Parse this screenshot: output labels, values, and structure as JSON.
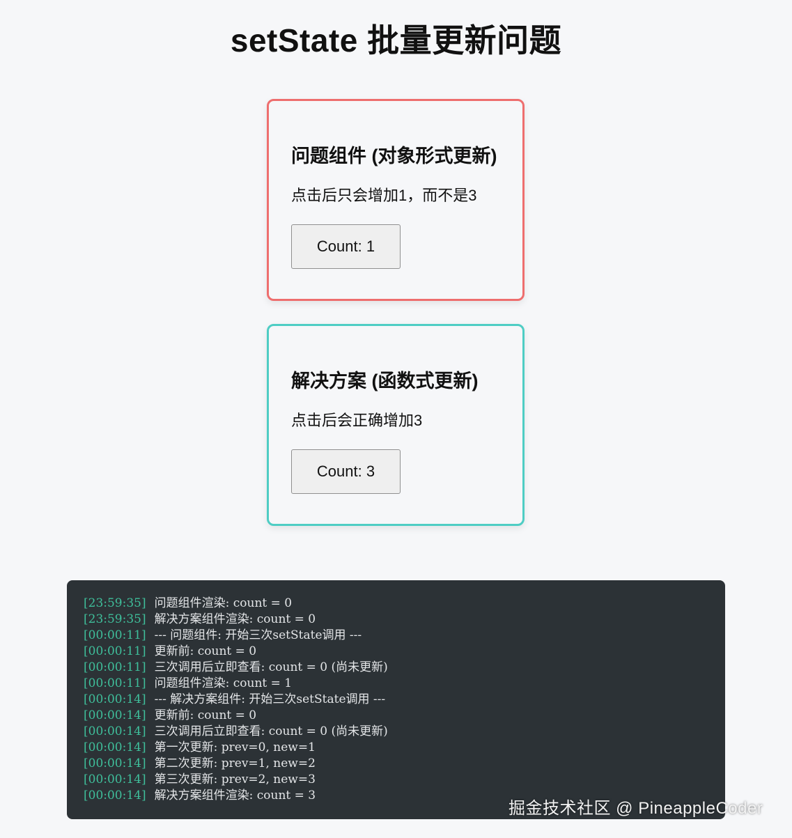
{
  "page": {
    "title": "setState 批量更新问题"
  },
  "problem_card": {
    "title": "问题组件 (对象形式更新)",
    "description": "点击后只会增加1，而不是3",
    "button_label": "Count: 1",
    "border_color": "#ee6e6e"
  },
  "solution_card": {
    "title": "解决方案 (函数式更新)",
    "description": "点击后会正确增加3",
    "button_label": "Count: 3",
    "border_color": "#4ecdc4"
  },
  "log": {
    "lines": [
      {
        "time": "[23:59:35]",
        "message": "问题组件渲染: count = 0"
      },
      {
        "time": "[23:59:35]",
        "message": "解决方案组件渲染: count = 0"
      },
      {
        "time": "[00:00:11]",
        "message": "--- 问题组件: 开始三次setState调用 ---"
      },
      {
        "time": "[00:00:11]",
        "message": "更新前: count = 0"
      },
      {
        "time": "[00:00:11]",
        "message": "三次调用后立即查看: count = 0 (尚未更新)"
      },
      {
        "time": "[00:00:11]",
        "message": "问题组件渲染: count = 1"
      },
      {
        "time": "[00:00:14]",
        "message": "--- 解决方案组件: 开始三次setState调用 ---"
      },
      {
        "time": "[00:00:14]",
        "message": "更新前: count = 0"
      },
      {
        "time": "[00:00:14]",
        "message": "三次调用后立即查看: count = 0 (尚未更新)"
      },
      {
        "time": "[00:00:14]",
        "message": "第一次更新: prev=0, new=1"
      },
      {
        "time": "[00:00:14]",
        "message": "第二次更新: prev=1, new=2"
      },
      {
        "time": "[00:00:14]",
        "message": "第三次更新: prev=2, new=3"
      },
      {
        "time": "[00:00:14]",
        "message": "解决方案组件渲染: count = 3"
      }
    ],
    "time_color": "#3fbf9b",
    "background": "#2c3236"
  },
  "watermark": {
    "text": "掘金技术社区 @ PineappleCoder"
  }
}
